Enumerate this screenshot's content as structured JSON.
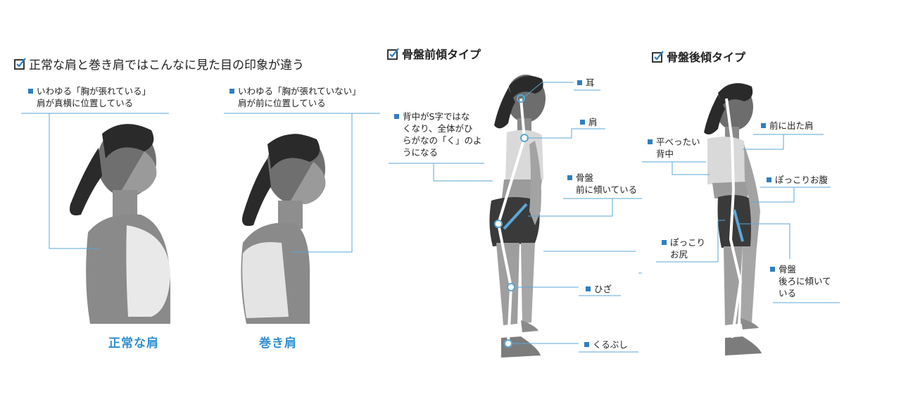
{
  "panel_left": {
    "title": "正常な肩と巻き肩ではこんなに見た目の印象が違う",
    "normal": {
      "note_line1": "いわゆる「胸が張れている」",
      "note_line2": "肩が真横に位置している",
      "caption": "正常な肩"
    },
    "rounded": {
      "note_line1": "いわゆる「胸が張れていない」",
      "note_line2": "肩が前に位置している",
      "caption": "巻き肩"
    }
  },
  "panel_anterior": {
    "title": "骨盤前傾タイプ",
    "back_note": [
      "背中がS字ではな",
      "くなり、全体がひ",
      "らがなの「く」のよ",
      "うになる"
    ],
    "labels": {
      "ear": "耳",
      "shoulder": "肩",
      "pelvis_line1": "骨盤",
      "pelvis_line2": "前に傾いている",
      "knee": "ひざ",
      "ankle": "くるぶし"
    }
  },
  "panel_posterior": {
    "title": "骨盤後傾タイプ",
    "labels": {
      "flat_back_line1": "平べったい",
      "flat_back_line2": "背中",
      "forward_shoulder": "前に出た肩",
      "belly": "ぽっこりお腹",
      "hip_line1": "ぽっこり",
      "hip_line2": "お尻",
      "pelvis_line1": "骨盤",
      "pelvis_line2": "後ろに傾いて",
      "pelvis_line3": "いる"
    }
  },
  "colors": {
    "accent": "#2f7fc1",
    "caption": "#2f8fd0",
    "guide": "#5aa7d8",
    "photo": "#8a8a8a"
  }
}
